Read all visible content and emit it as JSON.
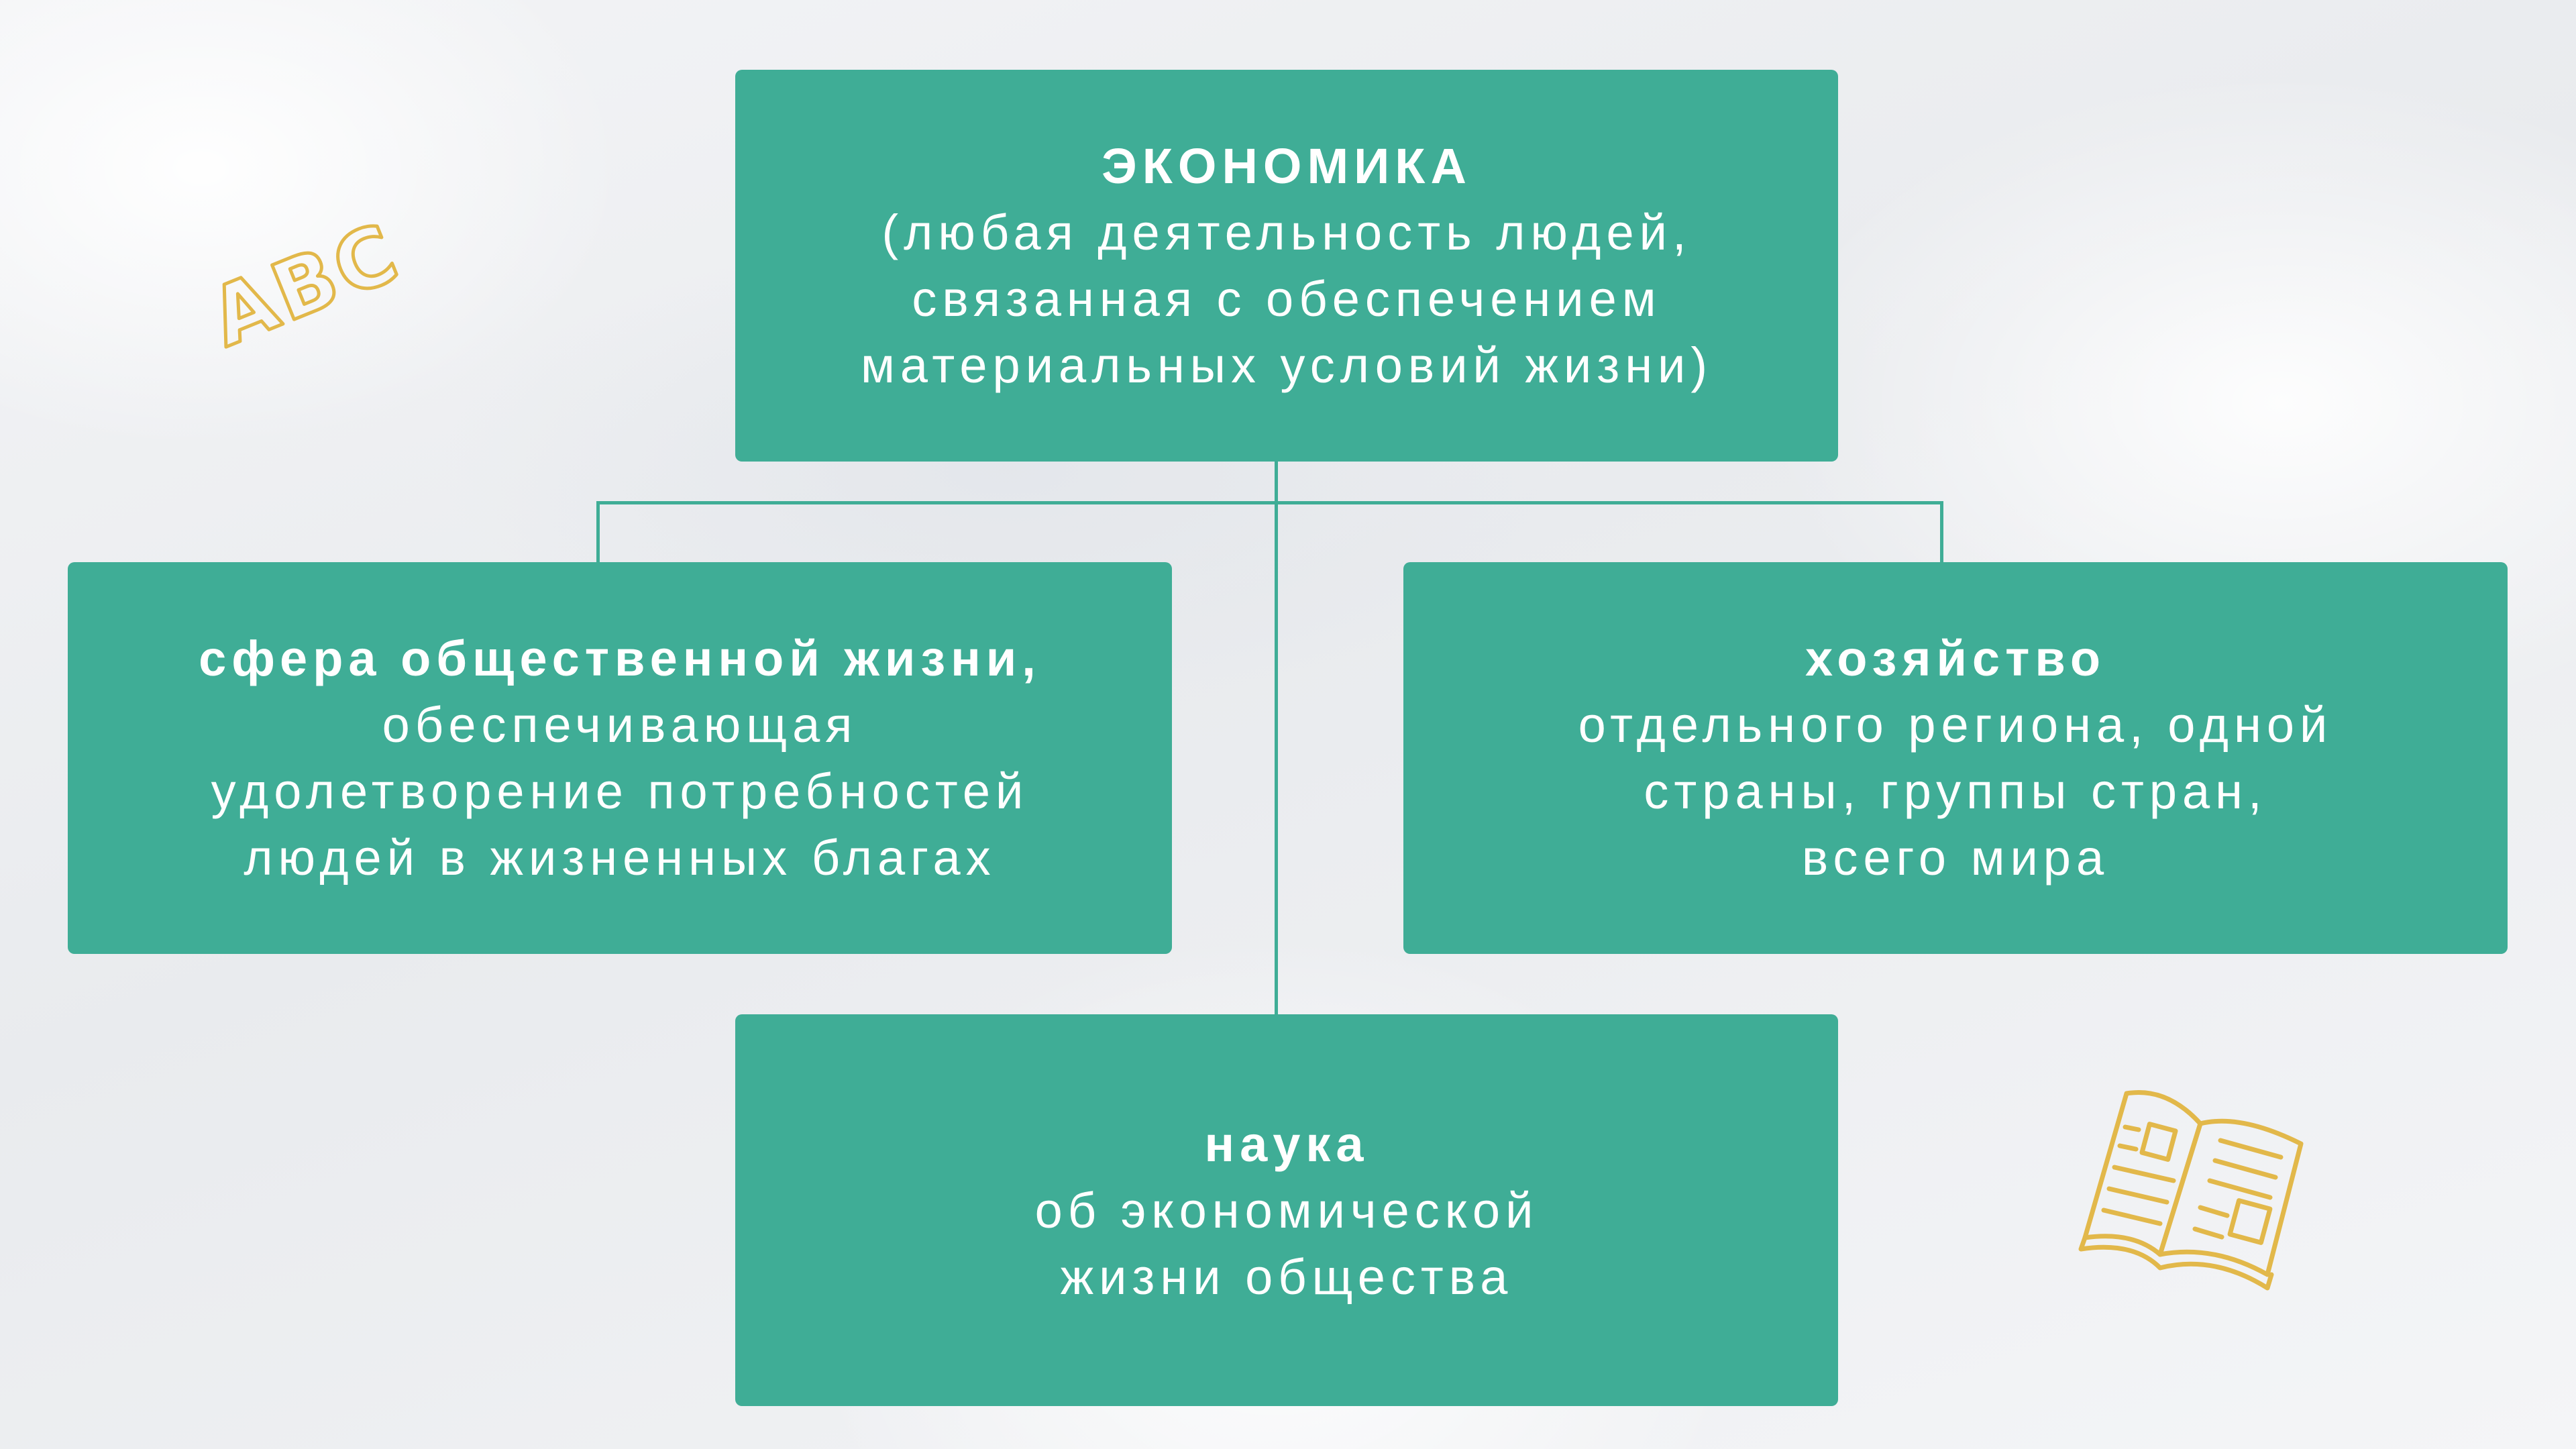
{
  "diagram": {
    "top": {
      "title": "ЭКОНОМИКА",
      "lines": [
        "(любая деятельность людей,",
        "связанная с обеспечением",
        "материальных условий жизни)"
      ]
    },
    "left": {
      "title": "сфера общественной жизни,",
      "lines": [
        "обеспечивающая",
        "удолетворение потребностей",
        "людей в жизненных благах"
      ]
    },
    "right": {
      "title": "хозяйство",
      "lines": [
        "отдельного региона, одной",
        "страны, группы стран,",
        "всего мира"
      ]
    },
    "bottom": {
      "title": "наука",
      "lines": [
        "об экономической",
        "жизни общества"
      ]
    }
  },
  "decorations": {
    "letters": "ABC",
    "icons": [
      "abc-letters-icon",
      "open-book-icon"
    ]
  },
  "colors": {
    "box": "#3fad96",
    "connector": "#3fad96",
    "text": "#ffffff",
    "accent": "#e2b84a",
    "background": "#eef0f3"
  }
}
